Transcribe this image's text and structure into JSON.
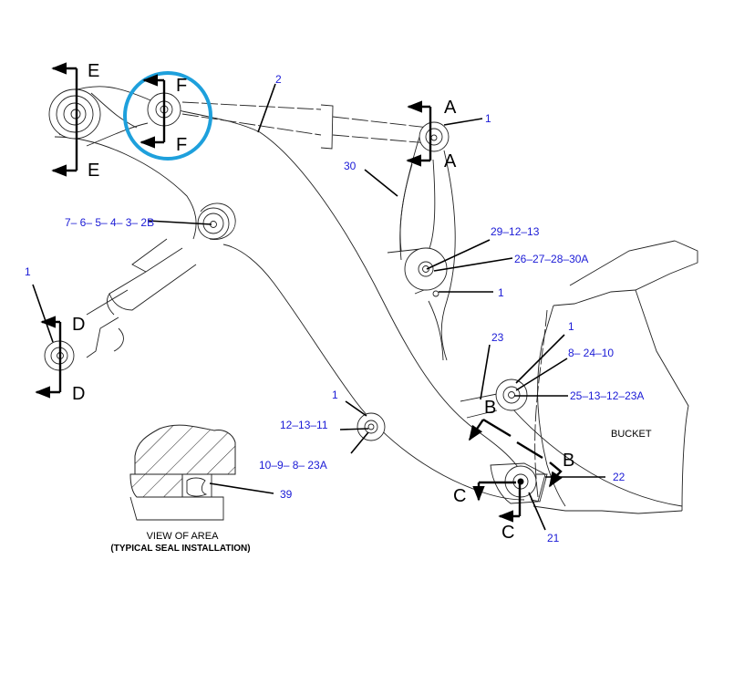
{
  "diagram": {
    "title": "Loader linkage pin and seal locations",
    "highlight_color": "#1ea0dc",
    "label_color": "#1a1ad6",
    "components": {
      "bucket_label": "BUCKET"
    },
    "section_markers": {
      "E": "E",
      "F": "F",
      "A": "A",
      "D": "D",
      "B": "B",
      "C": "C"
    },
    "callouts": {
      "boom_cylinder": "2",
      "a_pin": "1",
      "tilt_lever": "30",
      "pivot_2b": "7– 6– 5– 4– 3– 2B",
      "d_pin": "1",
      "lever_upper": "29–12–13",
      "lever_lower": "26–27–28–30A",
      "lever_pin": "1",
      "link": "23",
      "bucket_pin_1": "1",
      "bucket_pin_2": "8– 24–10",
      "bucket_pin_3": "25–13–12–23A",
      "boom_pin_1": "1",
      "boom_pin_2": "12–13–11",
      "boom_pin_3": "10–9– 8– 23A",
      "seal": "39",
      "bottom_pin_22": "22",
      "bottom_pin_21": "21"
    },
    "detail_view": {
      "caption_line1": "VIEW OF AREA",
      "caption_line2": "(TYPICAL SEAL INSTALLATION)"
    }
  }
}
